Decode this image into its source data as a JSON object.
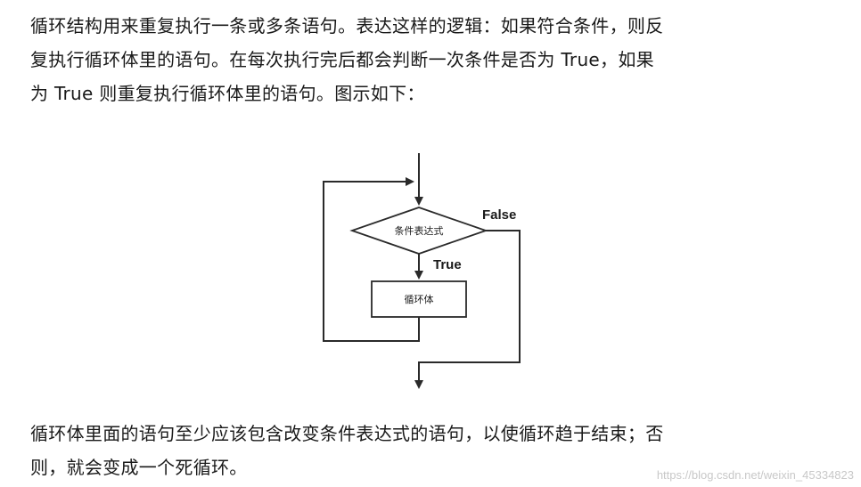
{
  "intro": {
    "lines": [
      "循环结构用来重复执行一条或多条语句。表达这样的逻辑：如果符合条件，则反",
      "复执行循环体里的语句。在每次执行完后都会判断一次条件是否为 True，如果",
      "为 True 则重复执行循环体里的语句。图示如下："
    ]
  },
  "flowchart": {
    "condition_label": "条件表达式",
    "body_label": "循环体",
    "true_label": "True",
    "false_label": "False"
  },
  "outro": {
    "lines": [
      "循环体里面的语句至少应该包含改变条件表达式的语句，以使循环趋于结束；否",
      "则，就会变成一个死循环。"
    ]
  },
  "watermark": "https://blog.csdn.net/weixin_45334823"
}
